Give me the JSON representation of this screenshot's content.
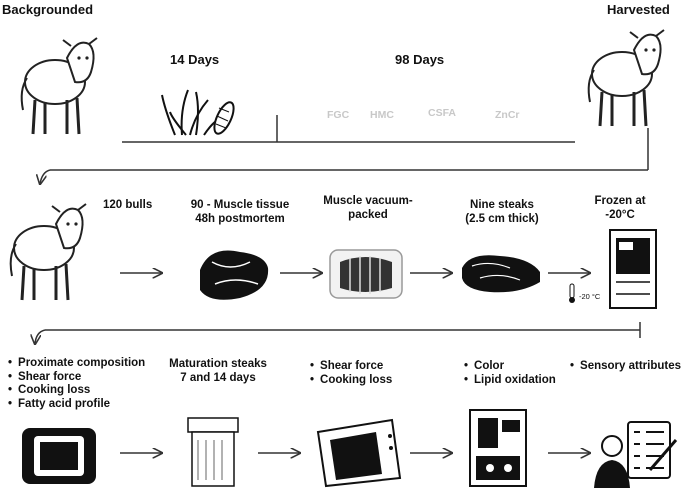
{
  "header": {
    "backgrounded": "Backgrounded",
    "harvested": "Harvested",
    "days14": "14 Days",
    "days98": "98 Days"
  },
  "diets": [
    "FGC",
    "HMC",
    "CSFA",
    "ZnCr"
  ],
  "row2": {
    "bulls": "120 bulls",
    "muscle_tissue_l1": "90 - Muscle tissue",
    "muscle_tissue_l2": "48h postmortem",
    "vacuum_l1": "Muscle vacuum-",
    "vacuum_l2": "packed",
    "steaks_l1": "Nine steaks",
    "steaks_l2": "(2.5 cm thick)",
    "frozen_l1": "Frozen at",
    "frozen_l2": "-20°C",
    "thermo_label": "-20 °C"
  },
  "row3": {
    "analyses1": [
      "Proximate composition",
      "Shear force",
      "Cooking loss",
      "Fatty acid profile"
    ],
    "maturation_l1": "Maturation steaks",
    "maturation_l2": "7 and 14 days",
    "analyses2": [
      "Shear force",
      "Cooking loss"
    ],
    "analyses3": [
      "Color",
      "Lipid oxidation"
    ],
    "analyses4": [
      "Sensory attributes"
    ]
  },
  "icons": [
    "cow-icon",
    "grass-corn-icon",
    "meat-icon",
    "vacuum-pack-icon",
    "steak-icon",
    "freezer-icon",
    "thermometer-icon",
    "analyzer-icon",
    "incubator-icon",
    "oven-icon",
    "lab-instrument-icon",
    "sensory-panel-icon"
  ]
}
